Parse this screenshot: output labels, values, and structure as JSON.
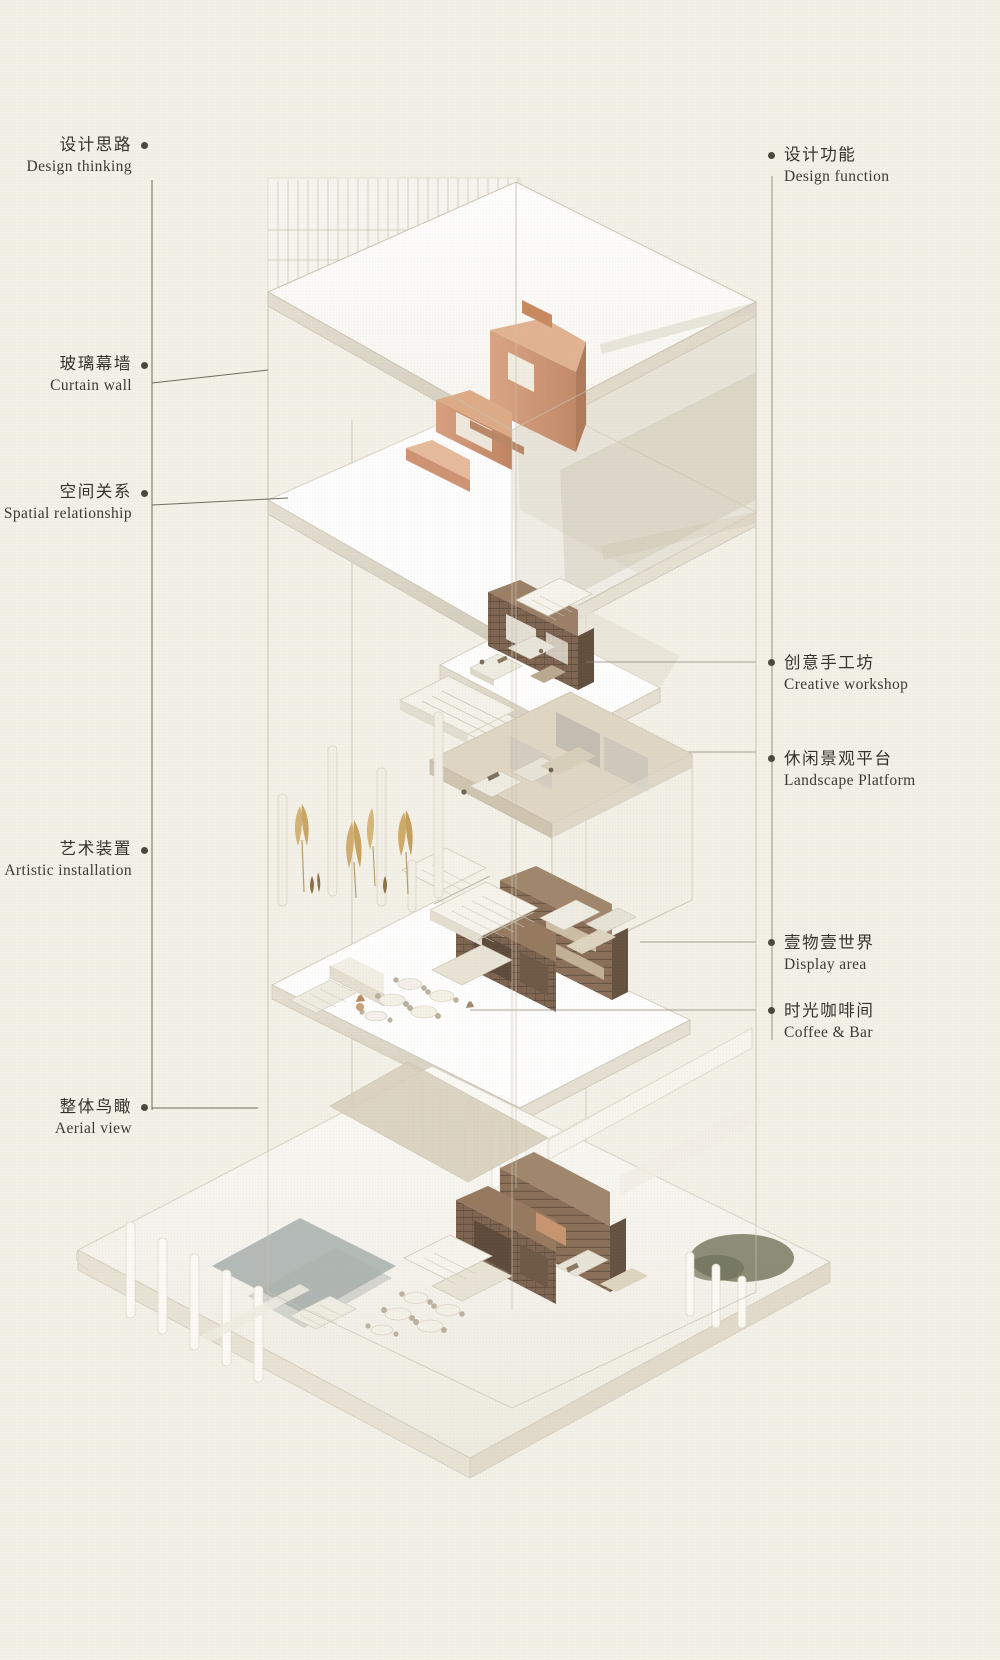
{
  "page": {
    "title": "Exploded Axonometric Diagram",
    "background_color": "#f3f1e8",
    "line_color": "#6b6558",
    "dot_color": "#4a463d",
    "text_color": "#33312c"
  },
  "labels_left": [
    {
      "id": "design-thinking",
      "cn": "设计思路",
      "en": "Design thinking"
    },
    {
      "id": "curtain-wall",
      "cn": "玻璃幕墙",
      "en": "Curtain wall"
    },
    {
      "id": "spatial-relationship",
      "cn": "空间关系",
      "en": "Spatial relationship"
    },
    {
      "id": "artistic-installation",
      "cn": "艺术装置",
      "en": "Artistic installation"
    },
    {
      "id": "aerial-view",
      "cn": "整体鸟瞰",
      "en": "Aerial view"
    }
  ],
  "labels_right": [
    {
      "id": "design-function",
      "cn": "设计功能",
      "en": "Design function"
    },
    {
      "id": "creative-workshop",
      "cn": "创意手工坊",
      "en": "Creative workshop"
    },
    {
      "id": "landscape-platform",
      "cn": "休闲景观平台",
      "en": "Landscape Platform"
    },
    {
      "id": "display-area",
      "cn": "壹物壹世界",
      "en": "Display area"
    },
    {
      "id": "coffee-bar",
      "cn": "时光咖啡间",
      "en": "Coffee & Bar"
    }
  ],
  "diagram": {
    "type": "exploded-axonometric",
    "layer_count": 4,
    "layers": [
      {
        "name": "curtain-wall-roof-layer",
        "label_refs": [
          "curtain-wall",
          "design-thinking",
          "design-function"
        ]
      },
      {
        "name": "spatial-volume-layer",
        "label_refs": [
          "spatial-relationship"
        ]
      },
      {
        "name": "workshop-floor-layer",
        "label_refs": [
          "creative-workshop",
          "landscape-platform"
        ]
      },
      {
        "name": "display-coffee-floor-layer",
        "label_refs": [
          "display-area",
          "coffee-bar",
          "artistic-installation"
        ]
      },
      {
        "name": "ground-aerial-layer",
        "label_refs": [
          "aerial-view"
        ]
      }
    ],
    "palette": {
      "slab_top": "#ffffff",
      "slab_side": "#e2dccf",
      "slab_shadow": "#d3cdbe",
      "timber_dark": "#7d6450",
      "timber_mid": "#9a7f65",
      "timber_light": "#c79b7a",
      "terracotta": "#cf9374",
      "glass": "#eceadf",
      "water": "#9aa3a2",
      "grass": "#787a62",
      "gold_plant": "#cfae6a"
    }
  }
}
